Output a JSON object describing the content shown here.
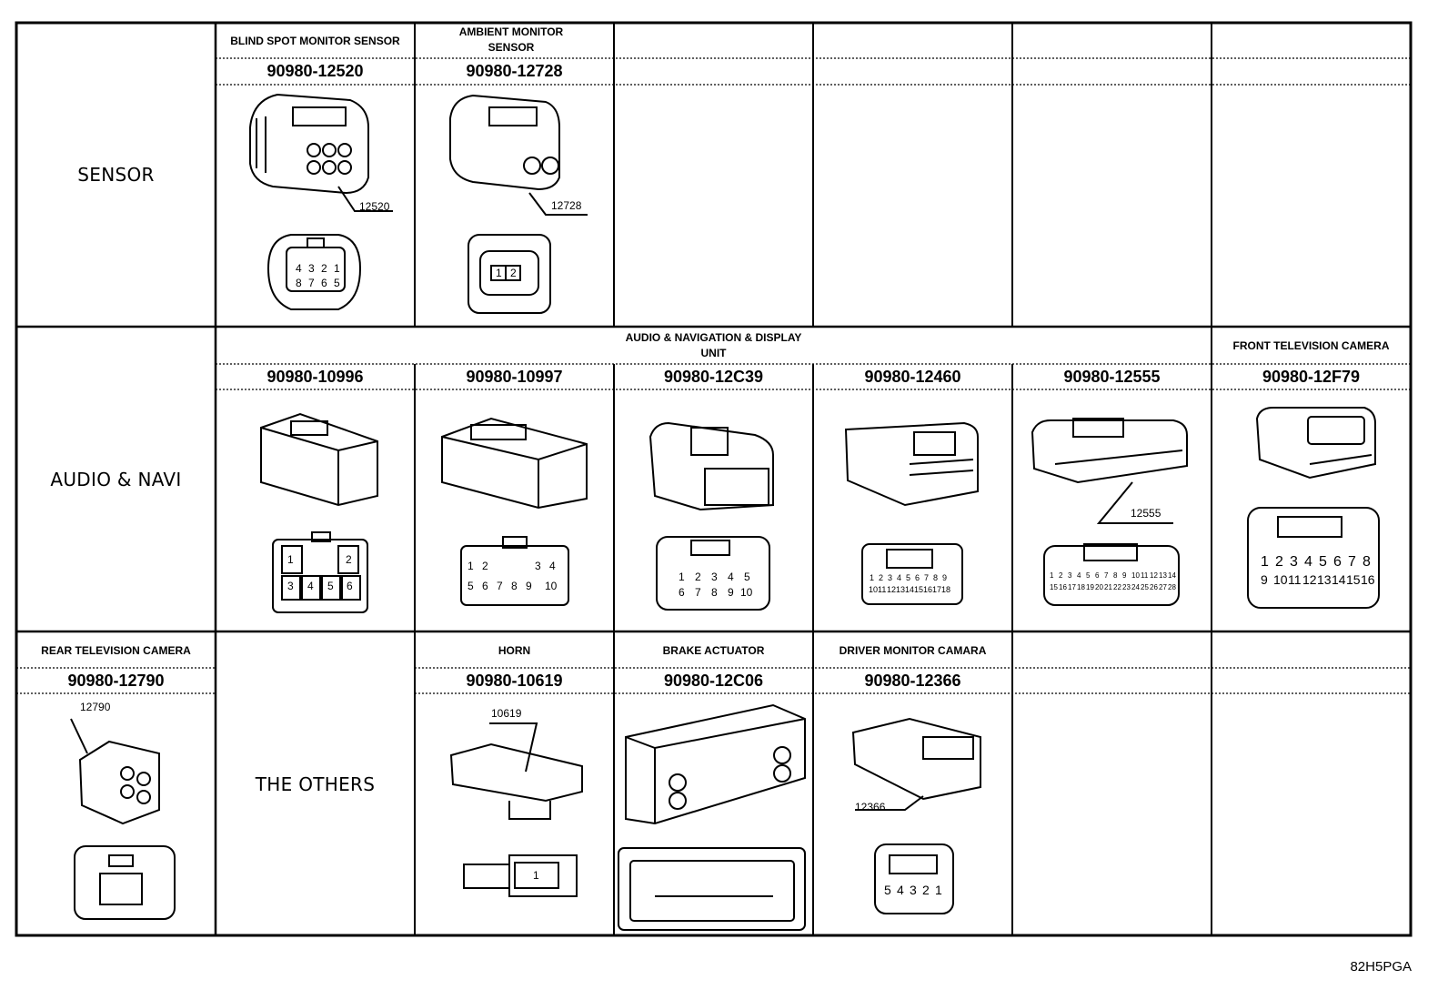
{
  "reference_code": "82H5PGA",
  "rows": [
    {
      "category": "SENSOR",
      "cells": [
        {
          "header": "BLIND SPOT MONITOR SENSOR",
          "part": "90980-12520",
          "callout": "12520",
          "pins": [
            "4",
            "3",
            "2",
            "1",
            "8",
            "7",
            "6",
            "5"
          ]
        },
        {
          "header": "AMBIENT MONITOR SENSOR",
          "part": "90980-12728",
          "callout": "12728",
          "pins": [
            "1",
            "2"
          ]
        },
        {
          "header": "",
          "part": ""
        },
        {
          "header": "",
          "part": ""
        },
        {
          "header": "",
          "part": ""
        },
        {
          "header": "",
          "part": ""
        }
      ]
    },
    {
      "category": "AUDIO & NAVI",
      "group_header": "AUDIO & NAVIGATION & DISPLAY UNIT",
      "cells": [
        {
          "part": "90980-10996",
          "pins": [
            "1",
            "2",
            "3",
            "4",
            "5",
            "6"
          ]
        },
        {
          "part": "90980-10997",
          "pins": [
            "1",
            "2",
            "3",
            "4",
            "5",
            "6",
            "7",
            "8",
            "9",
            "10"
          ]
        },
        {
          "part": "90980-12C39",
          "pins": [
            "1",
            "2",
            "3",
            "4",
            "5",
            "6",
            "7",
            "8",
            "9",
            "10"
          ]
        },
        {
          "part": "90980-12460",
          "pins": [
            "1",
            "2",
            "3",
            "4",
            "5",
            "6",
            "7",
            "8",
            "9",
            "10",
            "11",
            "12",
            "13",
            "14",
            "15",
            "16",
            "17",
            "18"
          ]
        },
        {
          "part": "90980-12555",
          "callout": "12555",
          "pins": [
            "1",
            "2",
            "3",
            "4",
            "5",
            "6",
            "7",
            "8",
            "9",
            "10",
            "11",
            "12",
            "13",
            "14",
            "15",
            "16",
            "17",
            "18",
            "19",
            "20",
            "21",
            "22",
            "23",
            "24",
            "25",
            "26",
            "27",
            "28"
          ]
        },
        {
          "header": "FRONT TELEVISION CAMERA",
          "part": "90980-12F79",
          "pins": [
            "1",
            "2",
            "3",
            "4",
            "5",
            "6",
            "7",
            "8",
            "9",
            "10",
            "11",
            "12",
            "13",
            "14",
            "15",
            "16"
          ]
        }
      ]
    },
    {
      "first_cell": {
        "header": "REAR TELEVISION CAMERA",
        "part": "90980-12790",
        "callout": "12790"
      },
      "category": "THE OTHERS",
      "cells": [
        {
          "header": "HORN",
          "part": "90980-10619",
          "callout": "10619",
          "pins": [
            "1"
          ]
        },
        {
          "header": "BRAKE ACTUATOR",
          "part": "90980-12C06"
        },
        {
          "header": "DRIVER MONITOR CAMARA",
          "part": "90980-12366",
          "callout": "12366",
          "pins": [
            "5",
            "4",
            "3",
            "2",
            "1"
          ]
        },
        {
          "header": "",
          "part": ""
        },
        {
          "header": "",
          "part": ""
        }
      ]
    }
  ]
}
